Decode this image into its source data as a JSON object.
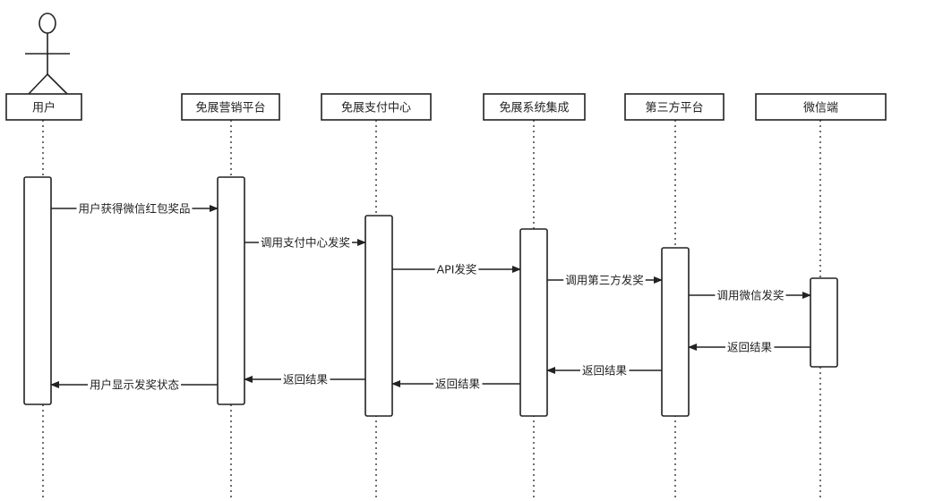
{
  "diagram": {
    "colors": {
      "stroke": "#222222",
      "box_fill": "#ffffff",
      "background": "#ffffff"
    },
    "actor_icon": "stick-figure",
    "participants": [
      {
        "id": "user",
        "label": "用户"
      },
      {
        "id": "marketing",
        "label": "免展营销平台"
      },
      {
        "id": "payment",
        "label": "免展支付中心"
      },
      {
        "id": "integration",
        "label": "免展系统集成"
      },
      {
        "id": "thirdparty",
        "label": "第三方平台"
      },
      {
        "id": "wechat",
        "label": "微信端"
      }
    ],
    "messages": [
      {
        "from": "user",
        "to": "marketing",
        "label": "用户获得微信红包奖品"
      },
      {
        "from": "marketing",
        "to": "payment",
        "label": "调用支付中心发奖"
      },
      {
        "from": "payment",
        "to": "integration",
        "label": "API发奖"
      },
      {
        "from": "integration",
        "to": "thirdparty",
        "label": "调用第三方发奖"
      },
      {
        "from": "thirdparty",
        "to": "wechat",
        "label": "调用微信发奖"
      },
      {
        "from": "wechat",
        "to": "thirdparty",
        "label": "返回结果"
      },
      {
        "from": "thirdparty",
        "to": "integration",
        "label": "返回结果"
      },
      {
        "from": "integration",
        "to": "payment",
        "label": "返回结果"
      },
      {
        "from": "payment",
        "to": "marketing",
        "label": "返回结果"
      },
      {
        "from": "marketing",
        "to": "user",
        "label": "用户显示发奖状态"
      }
    ]
  }
}
